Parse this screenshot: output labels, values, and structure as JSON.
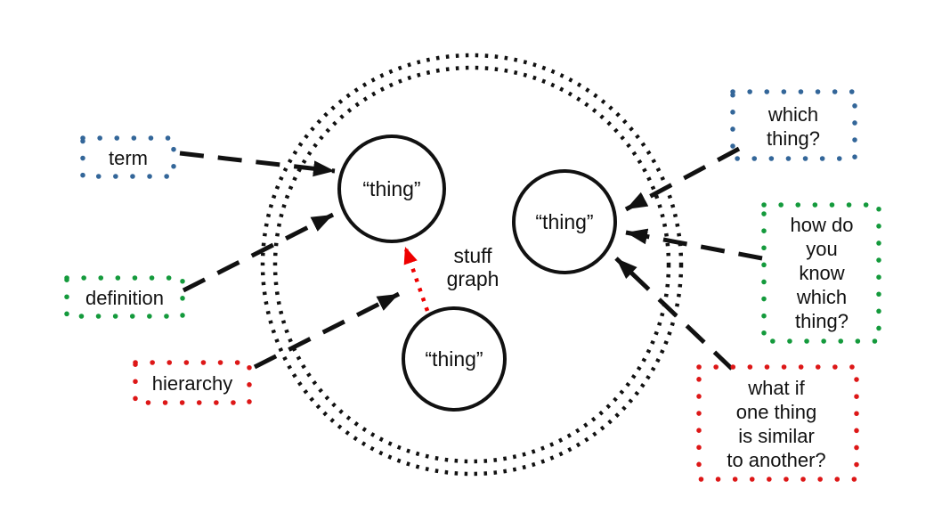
{
  "diagram": {
    "title_lines": [
      "stuff",
      "graph"
    ],
    "colors": {
      "blue": "#336699",
      "green": "#149a3c",
      "red": "#dd1717",
      "link_red": "#ee0000",
      "ink": "#111111"
    },
    "nodes": {
      "top_left": {
        "label": "“thing”"
      },
      "right": {
        "label": "“thing”"
      },
      "bottom": {
        "label": "“thing”"
      }
    },
    "labels": {
      "term": {
        "text": "term"
      },
      "definition": {
        "text": "definition"
      },
      "hierarchy": {
        "text": "hierarchy"
      },
      "which_thing": {
        "lines": [
          "which",
          "thing?"
        ]
      },
      "how_know": {
        "lines": [
          "how do",
          "you",
          "know",
          "which",
          "thing?"
        ]
      },
      "similar": {
        "lines": [
          "what if",
          "one thing",
          "is similar",
          "to another?"
        ]
      }
    }
  }
}
